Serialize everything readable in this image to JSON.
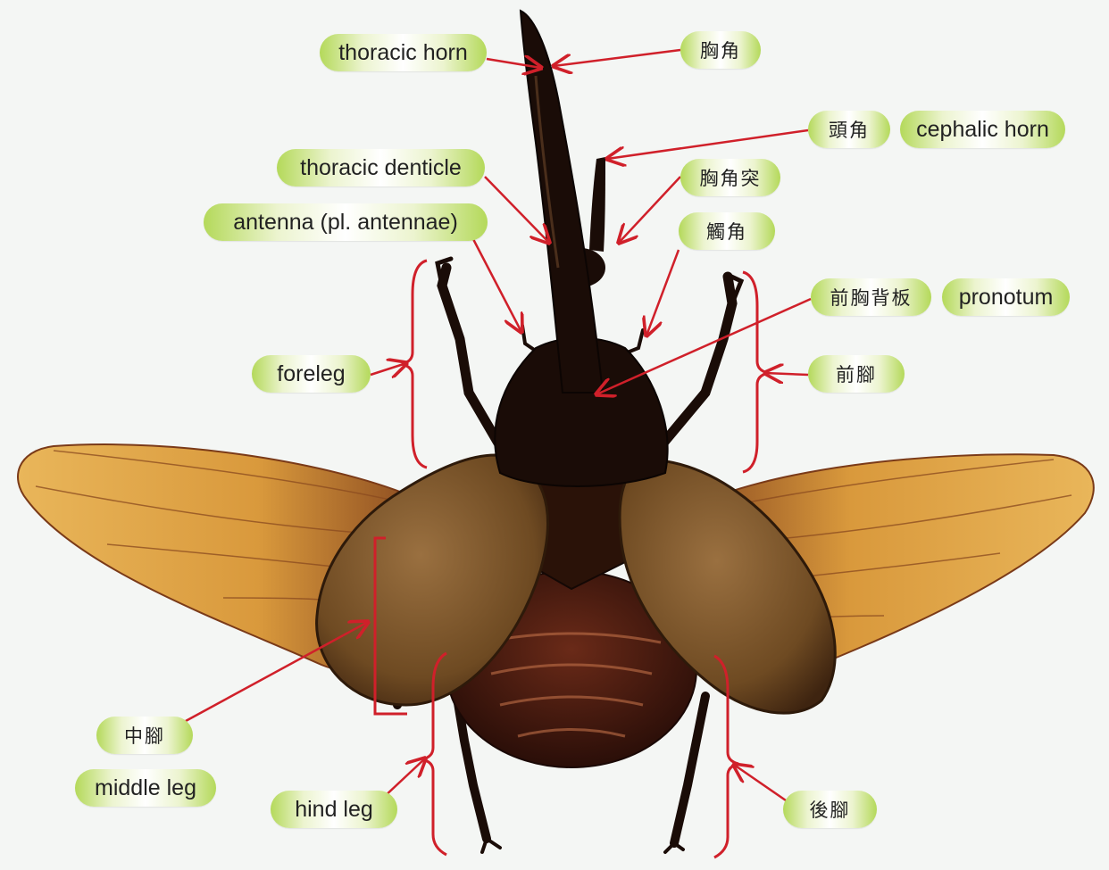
{
  "labels": {
    "thoracic_horn": "thoracic horn",
    "thoracic_horn_zh": "胸角",
    "cephalic_horn_zh": "頭角",
    "cephalic_horn": "cephalic horn",
    "thoracic_denticle": "thoracic denticle",
    "thoracic_denticle_zh": "胸角突",
    "antenna": "antenna (pl. antennae)",
    "antenna_zh": "觸角",
    "pronotum_zh": "前胸背板",
    "pronotum": "pronotum",
    "foreleg": "foreleg",
    "foreleg_zh": "前腳",
    "middle_leg_zh": "中腳",
    "middle_leg": "middle leg",
    "hind_leg": "hind leg",
    "hind_leg_zh": "後腳"
  },
  "colors": {
    "pointer": "#d0202a",
    "pill_edge": "#b4d95a",
    "pill_center": "#ffffff",
    "beetle_body": "#1a0c07",
    "elytra": "#6e4a22",
    "wing": "#e0a84a"
  }
}
